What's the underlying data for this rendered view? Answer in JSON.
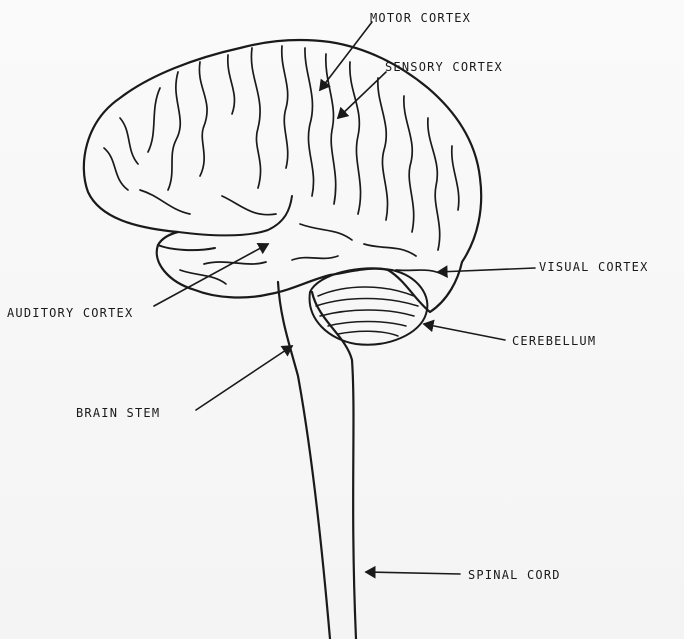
{
  "labels": {
    "motor_cortex": "MOTOR CORTEX",
    "sensory_cortex": "SENSORY CORTEX",
    "visual_cortex": "VISUAL CORTEX",
    "auditory_cortex": "AUDITORY CORTEX",
    "cerebellum": "CEREBELLUM",
    "brain_stem": "BRAIN STEM",
    "spinal_cord": "SPINAL CORD"
  },
  "colors": {
    "ink": "#1a1a1a",
    "paper": "#f7f7f7"
  }
}
